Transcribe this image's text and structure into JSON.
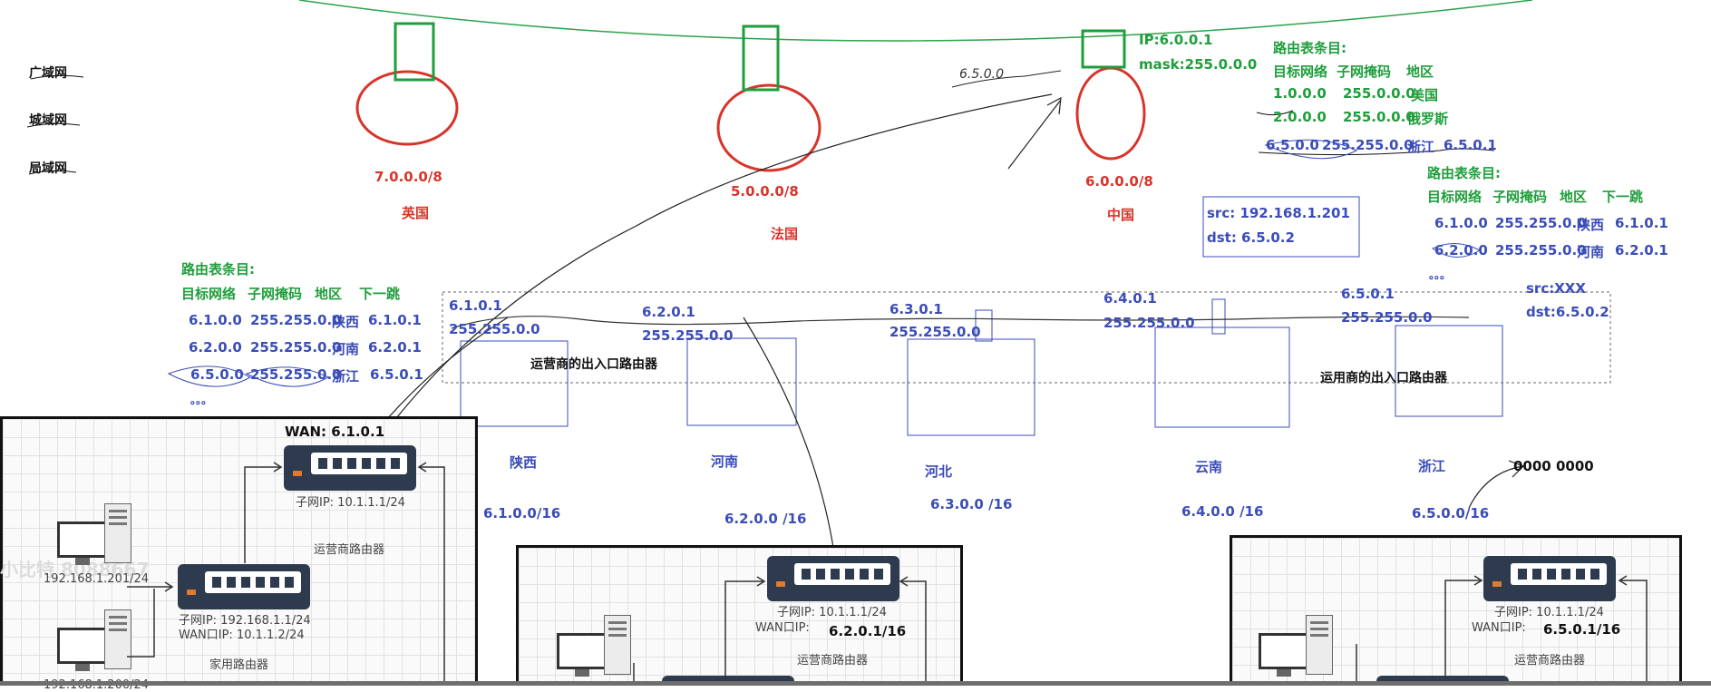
{
  "side_labels": {
    "wan": "广域网",
    "man": "城域网",
    "lan": "局域网"
  },
  "countries": [
    {
      "net": "7.0.0.0/8",
      "name": "英国"
    },
    {
      "net": "5.0.0.0/8",
      "name": "法国"
    },
    {
      "net": "6.0.0.0/8",
      "name": "中国"
    }
  ],
  "china_gateway": {
    "ip": "IP:6.0.0.1",
    "mask": "mask:255.0.0.0",
    "scribble": "6.5.0.0"
  },
  "top_route_table": {
    "title": "路由表条目:",
    "headers": [
      "目标网络",
      "子网掩码",
      "地区"
    ],
    "rows": [
      [
        "1.0.0.0",
        "255.0.0.0",
        "美国"
      ],
      [
        "2.0.0.0",
        "255.0.0.0",
        "俄罗斯"
      ]
    ],
    "extra_row": [
      "6.5.0.0",
      "255.255.0.0",
      "浙江",
      "6.5.0.1"
    ]
  },
  "right_route_table": {
    "title": "路由表条目:",
    "headers": [
      "目标网络",
      "子网掩码",
      "地区",
      "下一跳"
    ],
    "rows": [
      [
        "6.1.0.0",
        "255.255.0.0",
        "陕西",
        "6.1.0.1"
      ],
      [
        "6.2.0.0",
        "255.255.0.0",
        "河南",
        "6.2.0.1"
      ]
    ],
    "dots": "。。。"
  },
  "left_route_table": {
    "title": "路由表条目:",
    "headers": [
      "目标网络",
      "子网掩码",
      "地区",
      "下一跳"
    ],
    "rows": [
      [
        "6.1.0.0",
        "255.255.0.0",
        "陕西",
        "6.1.0.1"
      ],
      [
        "6.2.0.0",
        "255.255.0.0",
        "河南",
        "6.2.0.1"
      ],
      [
        "6.5.0.0",
        "255.255.0.0",
        "浙江",
        "6.5.0.1"
      ]
    ],
    "dots": "。。。"
  },
  "packet_box": {
    "src": "src:  192.168.1.201",
    "dst": "dst:  6.5.0.2"
  },
  "packet_right": {
    "src": "src:XXX",
    "dst": "dst:6.5.0.2"
  },
  "routers": [
    {
      "ip": "6.1.0.1",
      "mask": "255.255.0.0",
      "province": "陕西",
      "net": "6.1.0.0/16"
    },
    {
      "ip": "6.2.0.1",
      "mask": "255.255.0.0",
      "province": "河南",
      "net": "6.2.0.0 /16"
    },
    {
      "ip": "6.3.0.1",
      "mask": "255.255.0.0",
      "province": "河北",
      "net": "6.3.0.0 /16"
    },
    {
      "ip": "6.4.0.1",
      "mask": "255.255.0.0",
      "province": "云南",
      "net": "6.4.0.0 /16"
    },
    {
      "ip": "6.5.0.1",
      "mask": "255.255.0.0",
      "province": "浙江",
      "net": "6.5.0.0/16"
    }
  ],
  "isp_edge_left": "运营商的出入口路由器",
  "isp_edge_right": "运用商的出入口路由器",
  "binary_note": "0000 0000",
  "panel_left": {
    "wan": "WAN:  6.1.0.1",
    "isp_subnet": "子网IP:   10.1.1.1/24",
    "isp_label": "运营商路由器",
    "home_subnet": "子网IP:   192.168.1.1/24",
    "home_wan": "WAN口IP:   10.1.1.2/24",
    "home_label": "家用路由器",
    "pc1": "192.168.1.201/24",
    "pc2": "192.168.1.200/24",
    "watermark": "小比特  8088667"
  },
  "panel_mid": {
    "isp_subnet": "子网IP:   10.1.1.1/24",
    "wan_prefix": "WAN口IP:",
    "wan_value": "6.2.0.1/16",
    "isp_label": "运营商路由器"
  },
  "panel_right": {
    "isp_subnet": "子网IP:   10.1.1.1/24",
    "wan_prefix": "WAN口IP:",
    "wan_value": "6.5.0.1/16",
    "isp_label": "运营商路由器"
  },
  "colors": {
    "red": "#d8342a",
    "green": "#1f9e3c",
    "blue": "#3a4db8",
    "router": "#2e3b4e"
  }
}
